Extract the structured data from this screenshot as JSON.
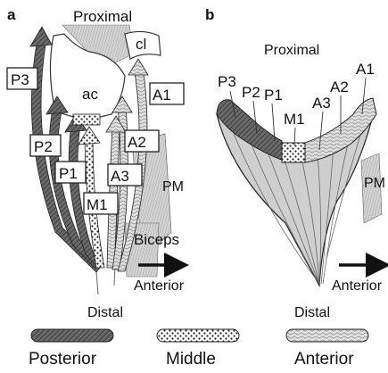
{
  "panels": {
    "a": {
      "letter": "a",
      "proximal": "Proximal",
      "distal": "Distal",
      "anterior": "Anterior",
      "cl": "cl",
      "ac": "ac",
      "pm": "PM",
      "biceps": "Biceps",
      "bands": [
        "P3",
        "P2",
        "P1",
        "M1",
        "A3",
        "A2",
        "A1"
      ]
    },
    "b": {
      "letter": "b",
      "proximal": "Proximal",
      "distal": "Distal",
      "anterior": "Anterior",
      "pm": "PM",
      "bands": [
        "P3",
        "P2",
        "P1",
        "M1",
        "A3",
        "A2",
        "A1"
      ]
    }
  },
  "legend": [
    {
      "label": "Posterior",
      "pattern": "dark-hatch"
    },
    {
      "label": "Middle",
      "pattern": "dots"
    },
    {
      "label": "Anterior",
      "pattern": "wavy"
    }
  ],
  "colors": {
    "posterior": "#5a5a5a",
    "middle": "#ffffff",
    "anterior": "#d9d9d9",
    "tissue": "#c8c8c8",
    "outline": "#222222"
  }
}
